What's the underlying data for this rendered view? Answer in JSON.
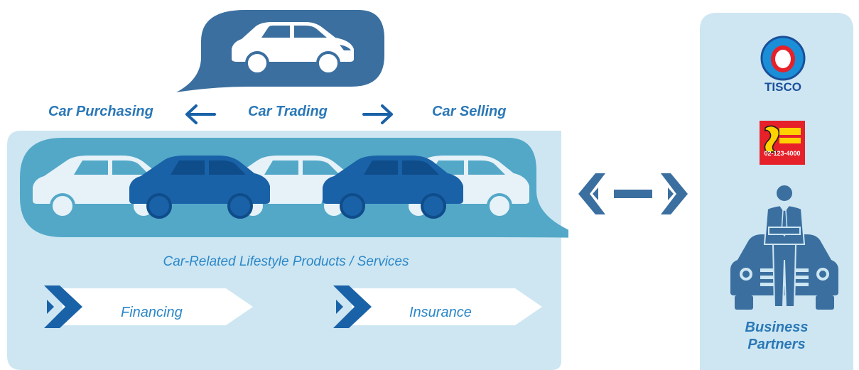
{
  "flow": {
    "purchasing": "Car Purchasing",
    "trading": "Car Trading",
    "selling": "Car Selling"
  },
  "main": {
    "subtitle": "Car-Related Lifestyle Products / Services",
    "services": [
      {
        "label": "Financing"
      },
      {
        "label": "Insurance"
      }
    ]
  },
  "partners": {
    "logo_tisco": "TISCO",
    "logo_somwang_phone": "02-123-4000",
    "label_line1": "Business",
    "label_line2": "Partners"
  },
  "colors": {
    "dark_blue": "#1a62a8",
    "mid_blue": "#3b6f9f",
    "bubble_blue": "#53a8c8",
    "panel_light": "#cde6f2",
    "car_light": "#e6f2f8",
    "text_blue": "#2b78b7"
  }
}
